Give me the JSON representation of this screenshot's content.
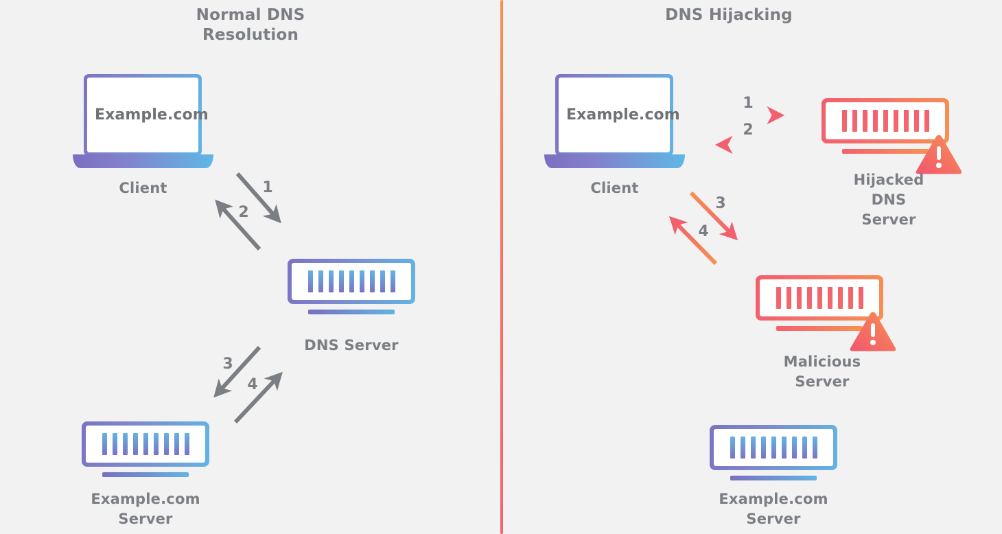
{
  "background_color": "#f2f2f2",
  "divider": {
    "gradient_from": "#f79152",
    "gradient_to": "#f4636f"
  },
  "palette": {
    "label_gray": "#7b7f84",
    "blue_purple": "#7a74c4",
    "blue_cyan": "#62b4e4",
    "red": "#f25f6e",
    "orange": "#f79152",
    "arrow_gray": "#7b7f84"
  },
  "panels": [
    {
      "id": "normal",
      "title": "Normal DNS\nResolution",
      "title_lines": [
        "Normal DNS",
        "Resolution"
      ],
      "nodes": [
        {
          "id": "client",
          "type": "laptop",
          "screen_text": "Example.com",
          "label": "Client",
          "style": "blue"
        },
        {
          "id": "dns-server",
          "type": "server",
          "label": "DNS Server",
          "style": "blue",
          "warning": false
        },
        {
          "id": "example-server",
          "type": "server",
          "label_lines": [
            "Example.com",
            "Server"
          ],
          "style": "blue",
          "warning": false
        }
      ],
      "arrows": [
        {
          "num": "1",
          "from": "client",
          "to": "dns-server",
          "color": "gray",
          "direction": "down-right"
        },
        {
          "num": "2",
          "from": "dns-server",
          "to": "client",
          "color": "gray",
          "direction": "up-left"
        },
        {
          "num": "3",
          "from": "dns-server",
          "to": "example-server",
          "color": "gray",
          "direction": "down-left"
        },
        {
          "num": "4",
          "from": "example-server",
          "to": "dns-server",
          "color": "gray",
          "direction": "up-right"
        }
      ]
    },
    {
      "id": "hijacking",
      "title": "DNS Hijacking",
      "title_lines": [
        "DNS Hijacking"
      ],
      "nodes": [
        {
          "id": "client2",
          "type": "laptop",
          "screen_text": "Example.com",
          "label": "Client",
          "style": "blue"
        },
        {
          "id": "hijacked-dns-server",
          "type": "server",
          "label_lines": [
            "Hijacked",
            "DNS",
            "Server"
          ],
          "style": "red",
          "warning": true
        },
        {
          "id": "malicious-server",
          "type": "server",
          "label_lines": [
            "Malicious",
            "Server"
          ],
          "style": "red",
          "warning": true
        },
        {
          "id": "example-server2",
          "type": "server",
          "label_lines": [
            "Example.com",
            "Server"
          ],
          "style": "blue",
          "warning": false
        }
      ],
      "arrows": [
        {
          "num": "1",
          "from": "client2",
          "to": "hijacked-dns-server",
          "color": "red-orange",
          "direction": "right"
        },
        {
          "num": "2",
          "from": "hijacked-dns-server",
          "to": "client2",
          "color": "red-orange",
          "direction": "left"
        },
        {
          "num": "3",
          "from": "client2",
          "to": "malicious-server",
          "color": "red-orange",
          "direction": "down-right"
        },
        {
          "num": "4",
          "from": "malicious-server",
          "to": "client2",
          "color": "red-orange",
          "direction": "up-left"
        }
      ]
    }
  ],
  "text": {
    "title_normal_1": "Normal DNS",
    "title_normal_2": "Resolution",
    "title_hijack": "DNS Hijacking",
    "client": "Client",
    "client2": "Client",
    "example_com": "Example.com",
    "example_com2": "Example.com",
    "dns_server": "DNS Server",
    "example_server_1": "Example.com",
    "example_server_2": "Server",
    "example_server2_1": "Example.com",
    "example_server2_2": "Server",
    "hijacked_1": "Hijacked",
    "hijacked_2": "DNS",
    "hijacked_3": "Server",
    "malicious_1": "Malicious",
    "malicious_2": "Server",
    "n1": "1",
    "n2": "2",
    "n3": "3",
    "n4": "4",
    "r1": "1",
    "r2": "2",
    "r3": "3",
    "r4": "4"
  }
}
